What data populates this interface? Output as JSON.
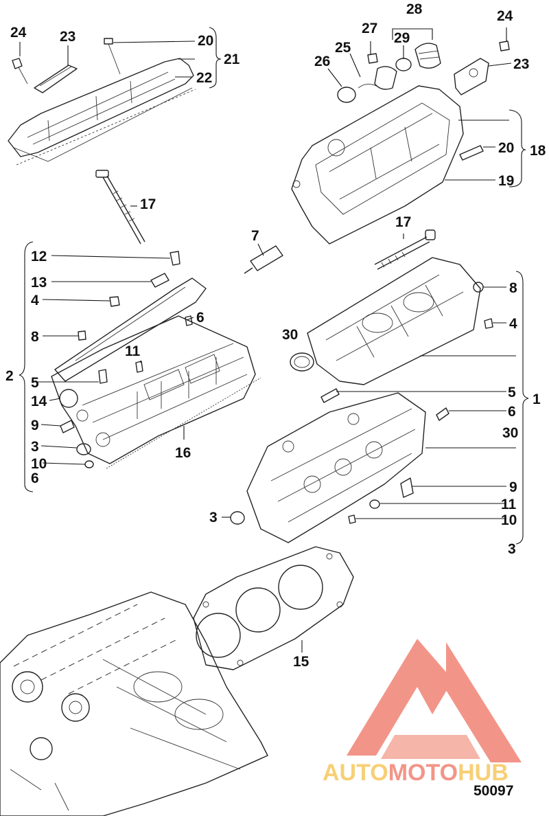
{
  "labels": {
    "l24a": "24",
    "l23a": "23",
    "l20a": "20",
    "l21": "21",
    "l22": "22",
    "l28": "28",
    "l27": "27",
    "l25": "25",
    "l29": "29",
    "l26": "26",
    "l24b": "24",
    "l23b": "23",
    "l18": "18",
    "l20b": "20",
    "l19": "19",
    "l17a": "17",
    "l7": "7",
    "l17b": "17",
    "l12": "12",
    "l13": "13",
    "l4a": "4",
    "l6a": "6",
    "l8a": "8",
    "l11a": "11",
    "l2": "2",
    "l5a": "5",
    "l14": "14",
    "l9a": "9",
    "l3a": "3",
    "l10a": "10",
    "l6b": "6",
    "l16": "16",
    "l8b": "8",
    "l4b": "4",
    "l30a": "30",
    "l5b": "5",
    "l1": "1",
    "l6c": "6",
    "l30b": "30",
    "l9b": "9",
    "l11b": "11",
    "l3b": "3",
    "l10b": "10",
    "l3c": "3",
    "l15": "15"
  },
  "brand": {
    "part1": "AUTO",
    "part2": "MOTO",
    "part3": "HUB",
    "color_light": "#f6c453",
    "color_main": "#ef7b6b"
  },
  "figure_number": "50097"
}
